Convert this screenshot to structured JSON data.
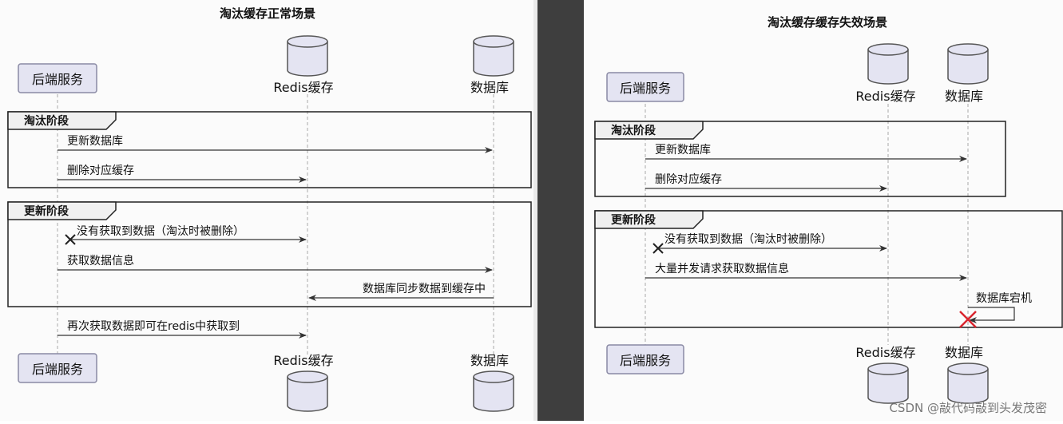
{
  "left": {
    "title": "淘汰缓存正常场景",
    "participants": {
      "service": "后端服务",
      "redis": "Redis缓存",
      "db": "数据库"
    },
    "groups": [
      {
        "label": "淘汰阶段",
        "messages": [
          "更新数据库",
          "删除对应缓存"
        ]
      },
      {
        "label": "更新阶段",
        "messages": [
          "没有获取到数据（淘汰时被删除）",
          "获取数据信息",
          "数据库同步数据到缓存中"
        ]
      }
    ],
    "after_message": "再次获取数据即可在redis中获取到"
  },
  "right": {
    "title": "淘汰缓存缓存失效场景",
    "participants": {
      "service": "后端服务",
      "redis": "Redis缓存",
      "db": "数据库"
    },
    "groups": [
      {
        "label": "淘汰阶段",
        "messages": [
          "更新数据库",
          "删除对应缓存"
        ]
      },
      {
        "label": "更新阶段",
        "messages": [
          "没有获取到数据（淘汰时被删除）",
          "大量并发请求获取数据信息",
          "数据库宕机"
        ]
      }
    ]
  },
  "watermark": "CSDN @敲代码敲到头发茂密",
  "colors": {
    "participant_fill": "#e4e4f2",
    "participant_stroke": "#8a8aa4",
    "cross": "#d9252f",
    "divider": "#3e3e3e"
  }
}
